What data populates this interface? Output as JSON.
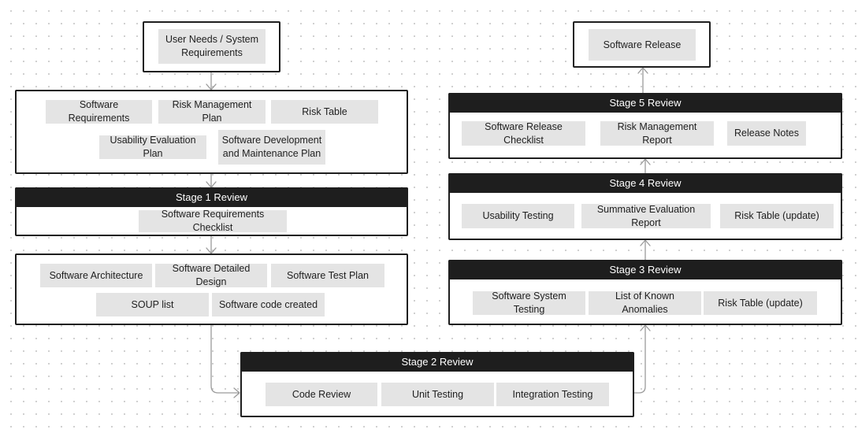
{
  "colors": {
    "border": "#1e1e1e",
    "header_bg": "#1e1e1e",
    "header_text": "#ffffff",
    "chip_bg": "#e4e4e4",
    "connector": "#9a9a9a",
    "canvas_dots": "#c9c9c9"
  },
  "inputs": {
    "items": [
      "User Needs / System Requirements"
    ]
  },
  "planning": {
    "items": [
      "Software Requirements",
      "Risk Management Plan",
      "Risk Table",
      "Usability Evaluation Plan",
      "Software Development and Maintenance Plan"
    ]
  },
  "stage1": {
    "title": "Stage 1 Review",
    "items": [
      "Software Requirements Checklist"
    ]
  },
  "design": {
    "items": [
      "Software Architecture",
      "Software Detailed Design",
      "Software Test Plan",
      "SOUP list",
      "Software code created"
    ]
  },
  "stage2": {
    "title": "Stage 2 Review",
    "items": [
      "Code Review",
      "Unit Testing",
      "Integration Testing"
    ]
  },
  "stage3": {
    "title": "Stage 3 Review",
    "items": [
      "Software System Testing",
      "List of Known Anomalies",
      "Risk Table (update)"
    ]
  },
  "stage4": {
    "title": "Stage 4 Review",
    "items": [
      "Usability Testing",
      "Summative Evaluation Report",
      "Risk Table (update)"
    ]
  },
  "stage5": {
    "title": "Stage 5 Review",
    "items": [
      "Software Release Checklist",
      "Risk Management Report",
      "Release Notes"
    ]
  },
  "release": {
    "items": [
      "Software Release"
    ]
  }
}
